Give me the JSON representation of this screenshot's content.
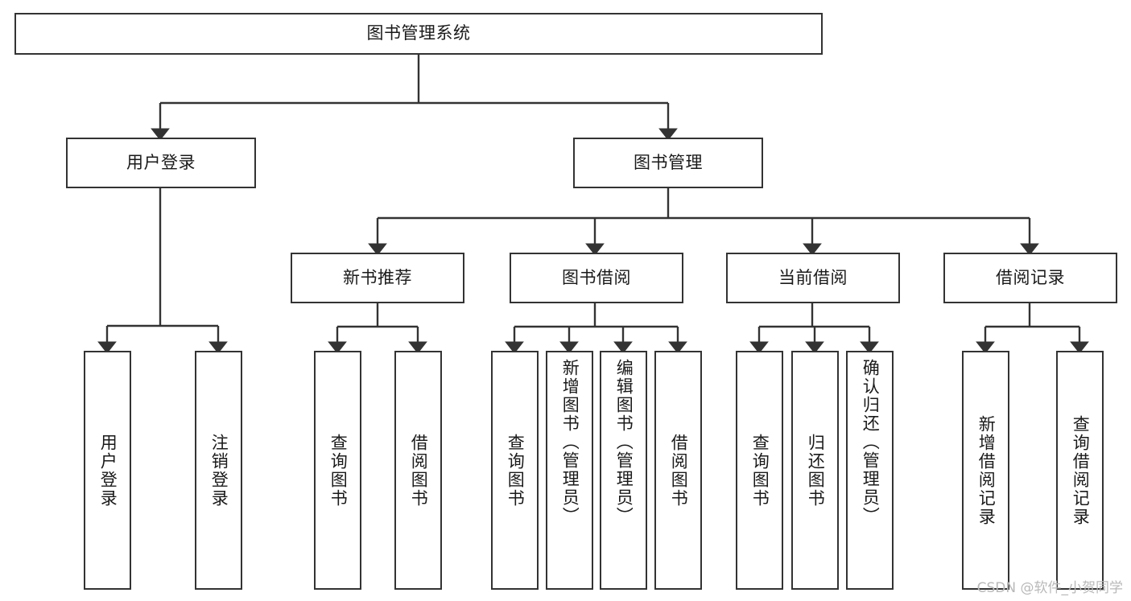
{
  "diagram": {
    "type": "tree-hierarchy",
    "title": "图书管理系统",
    "watermark": "CSDN @软件_小贺同学",
    "colors": {
      "box_border": "#333333",
      "box_fill": "#ffffff",
      "edge": "#333333",
      "text": "#1a1a1a",
      "watermark": "#b9b9b9",
      "background": "#ffffff"
    },
    "levels": {
      "root": {
        "label": "图书管理系统"
      },
      "level2": [
        {
          "label": "用户登录"
        },
        {
          "label": "图书管理"
        }
      ],
      "level3": [
        {
          "label": "新书推荐"
        },
        {
          "label": "图书借阅"
        },
        {
          "label": "当前借阅"
        },
        {
          "label": "借阅记录"
        }
      ]
    },
    "leaves": {
      "user_login": [
        {
          "label": "用户登录"
        },
        {
          "label": "注销登录"
        }
      ],
      "new_book_recommend": [
        {
          "label": "查询图书"
        },
        {
          "label": "借阅图书"
        }
      ],
      "book_borrow": [
        {
          "label": "查询图书"
        },
        {
          "label": "新增图书（管理员）"
        },
        {
          "label": "编辑图书（管理员）"
        },
        {
          "label": "借阅图书"
        }
      ],
      "current_borrow": [
        {
          "label": "查询图书"
        },
        {
          "label": "归还图书"
        },
        {
          "label": "确认归还（管理员）"
        }
      ],
      "borrow_record": [
        {
          "label": "新增借阅记录"
        },
        {
          "label": "查询借阅记录"
        }
      ]
    }
  }
}
